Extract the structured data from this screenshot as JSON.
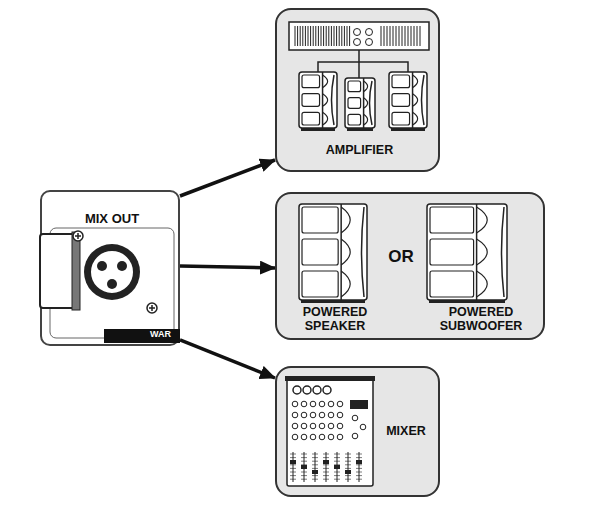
{
  "diagram": {
    "nodes": [
      {
        "text": [
          "MIX OUT"
        ]
      },
      {
        "text": [
          "AMPLIFIER"
        ]
      },
      {
        "text": [
          "POWERED SPEAKER",
          "OR",
          "POWERED SUBWOOFER"
        ]
      },
      {
        "text": [
          "MIXER"
        ]
      }
    ],
    "edges": [
      {
        "from": 0,
        "to": 1,
        "arrow": "to"
      },
      {
        "from": 0,
        "to": 2,
        "arrow": "to"
      },
      {
        "from": 0,
        "to": 3,
        "arrow": "to"
      }
    ],
    "labels": [
      "WAR"
    ]
  }
}
